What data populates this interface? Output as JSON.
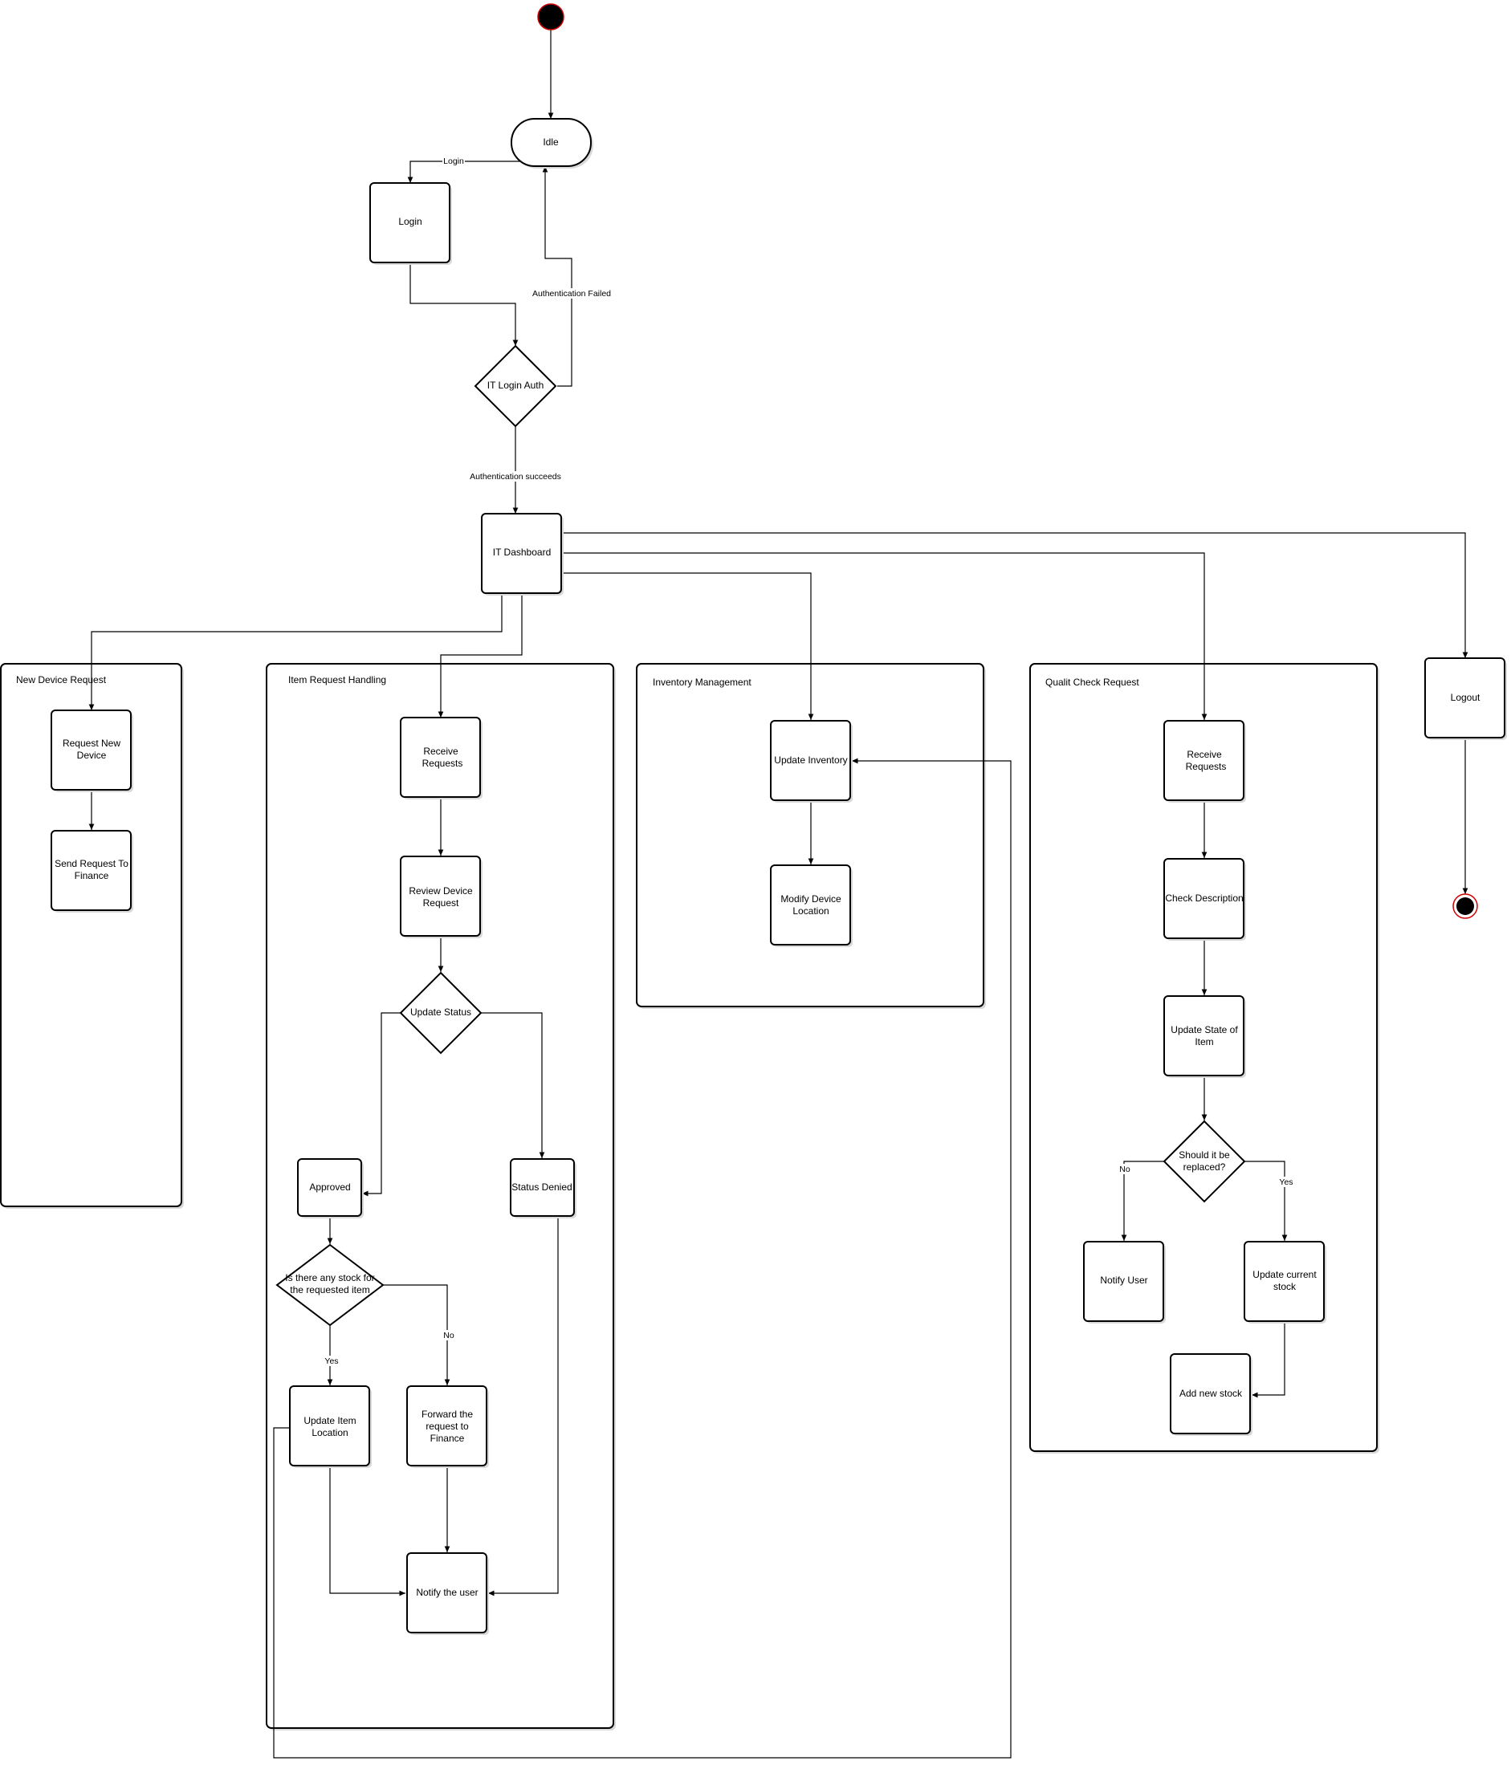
{
  "lanes": {
    "new_device": "New Device Request",
    "item_request": "Item Request Handling",
    "inventory": "Inventory Management",
    "quality_check": "Qualit Check Request"
  },
  "nodes": {
    "idle": "Idle",
    "login": "Login",
    "it_login_auth": "IT Login Auth",
    "it_dashboard": "IT Dashboard",
    "logout": "Logout",
    "request_new_device": [
      "Request New",
      "Device"
    ],
    "send_request_finance": [
      "Send Request To",
      "Finance"
    ],
    "receive_requests": [
      "Receive",
      "Requests"
    ],
    "review_device_request": [
      "Review Device",
      "Request"
    ],
    "update_status": "Update Status",
    "approved": "Approved",
    "status_denied": "Status Denied",
    "stock_decision": [
      "Is there any stock for",
      "the requested item"
    ],
    "update_item_location": [
      "Update Item",
      "Location"
    ],
    "forward_finance": [
      "Forward the",
      "request to",
      "Finance"
    ],
    "notify_the_user": "Notify the user",
    "update_inventory": "Update Inventory",
    "modify_device_location": [
      "Modify Device",
      "Location"
    ],
    "qc_receive_requests": [
      "Receive",
      "Requests"
    ],
    "check_description": "Check Description",
    "update_state_item": [
      "Update State of",
      "Item"
    ],
    "replace_decision": [
      "Should it be",
      "replaced?"
    ],
    "notify_user": "Notify User",
    "update_current_stock": [
      "Update current",
      "stock"
    ],
    "add_new_stock": "Add new stock"
  },
  "edge_labels": {
    "login": "Login",
    "auth_failed": "Authentication Failed",
    "auth_succeeds": "Authentication succeeds",
    "stock_yes": "Yes",
    "stock_no": "No",
    "replace_no": "No",
    "replace_yes": "Yes"
  },
  "colors": {
    "stroke": "#000000",
    "terminal_fill": "#000000",
    "terminal_ring": "#cc0000",
    "background": "#ffffff"
  }
}
